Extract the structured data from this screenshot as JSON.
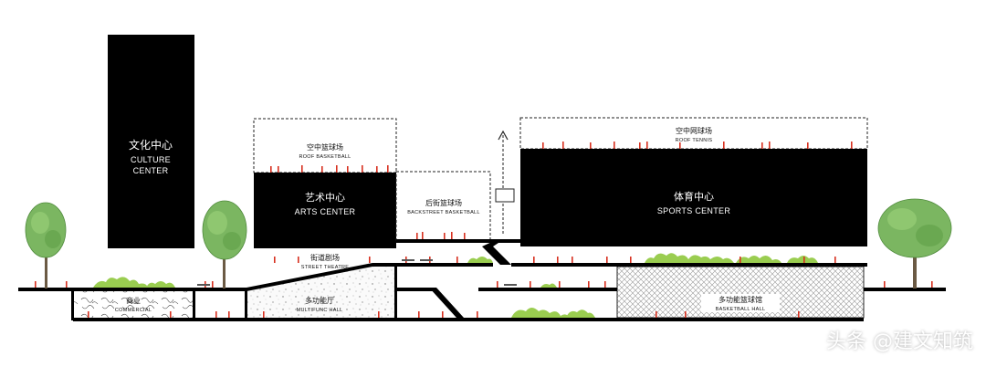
{
  "culture": {
    "cn": "文化中心",
    "en1": "CULTURE",
    "en2": "CENTER"
  },
  "arts": {
    "cn": "艺术中心",
    "en": "ARTS CENTER"
  },
  "sports": {
    "cn": "体育中心",
    "en": "SPORTS CENTER"
  },
  "roof_basketball": {
    "cn": "空中篮球场",
    "en": "ROOF BASKETBALL"
  },
  "roof_tennis": {
    "cn": "空中网球场",
    "en": "ROOF TENNIS"
  },
  "backstreet": {
    "cn": "后街篮球场",
    "en": "BACKSTREET BASKETBALL"
  },
  "street_theatre": {
    "cn": "街道剧场",
    "en": "STREET THEATRE"
  },
  "commercial": {
    "cn": "商业",
    "en": "COMMERCIAL"
  },
  "multifunc": {
    "cn": "多功能厅",
    "en": "MULTIFUNC HALL"
  },
  "basketball_hall": {
    "cn": "多功能篮球馆",
    "en": "BASKETBALL HALL"
  },
  "watermark": "头条 @建文知筑",
  "colors": {
    "mass": "#000000",
    "person": "#d7301f",
    "greenery": "#9acd50",
    "tree": "#7bb661"
  }
}
